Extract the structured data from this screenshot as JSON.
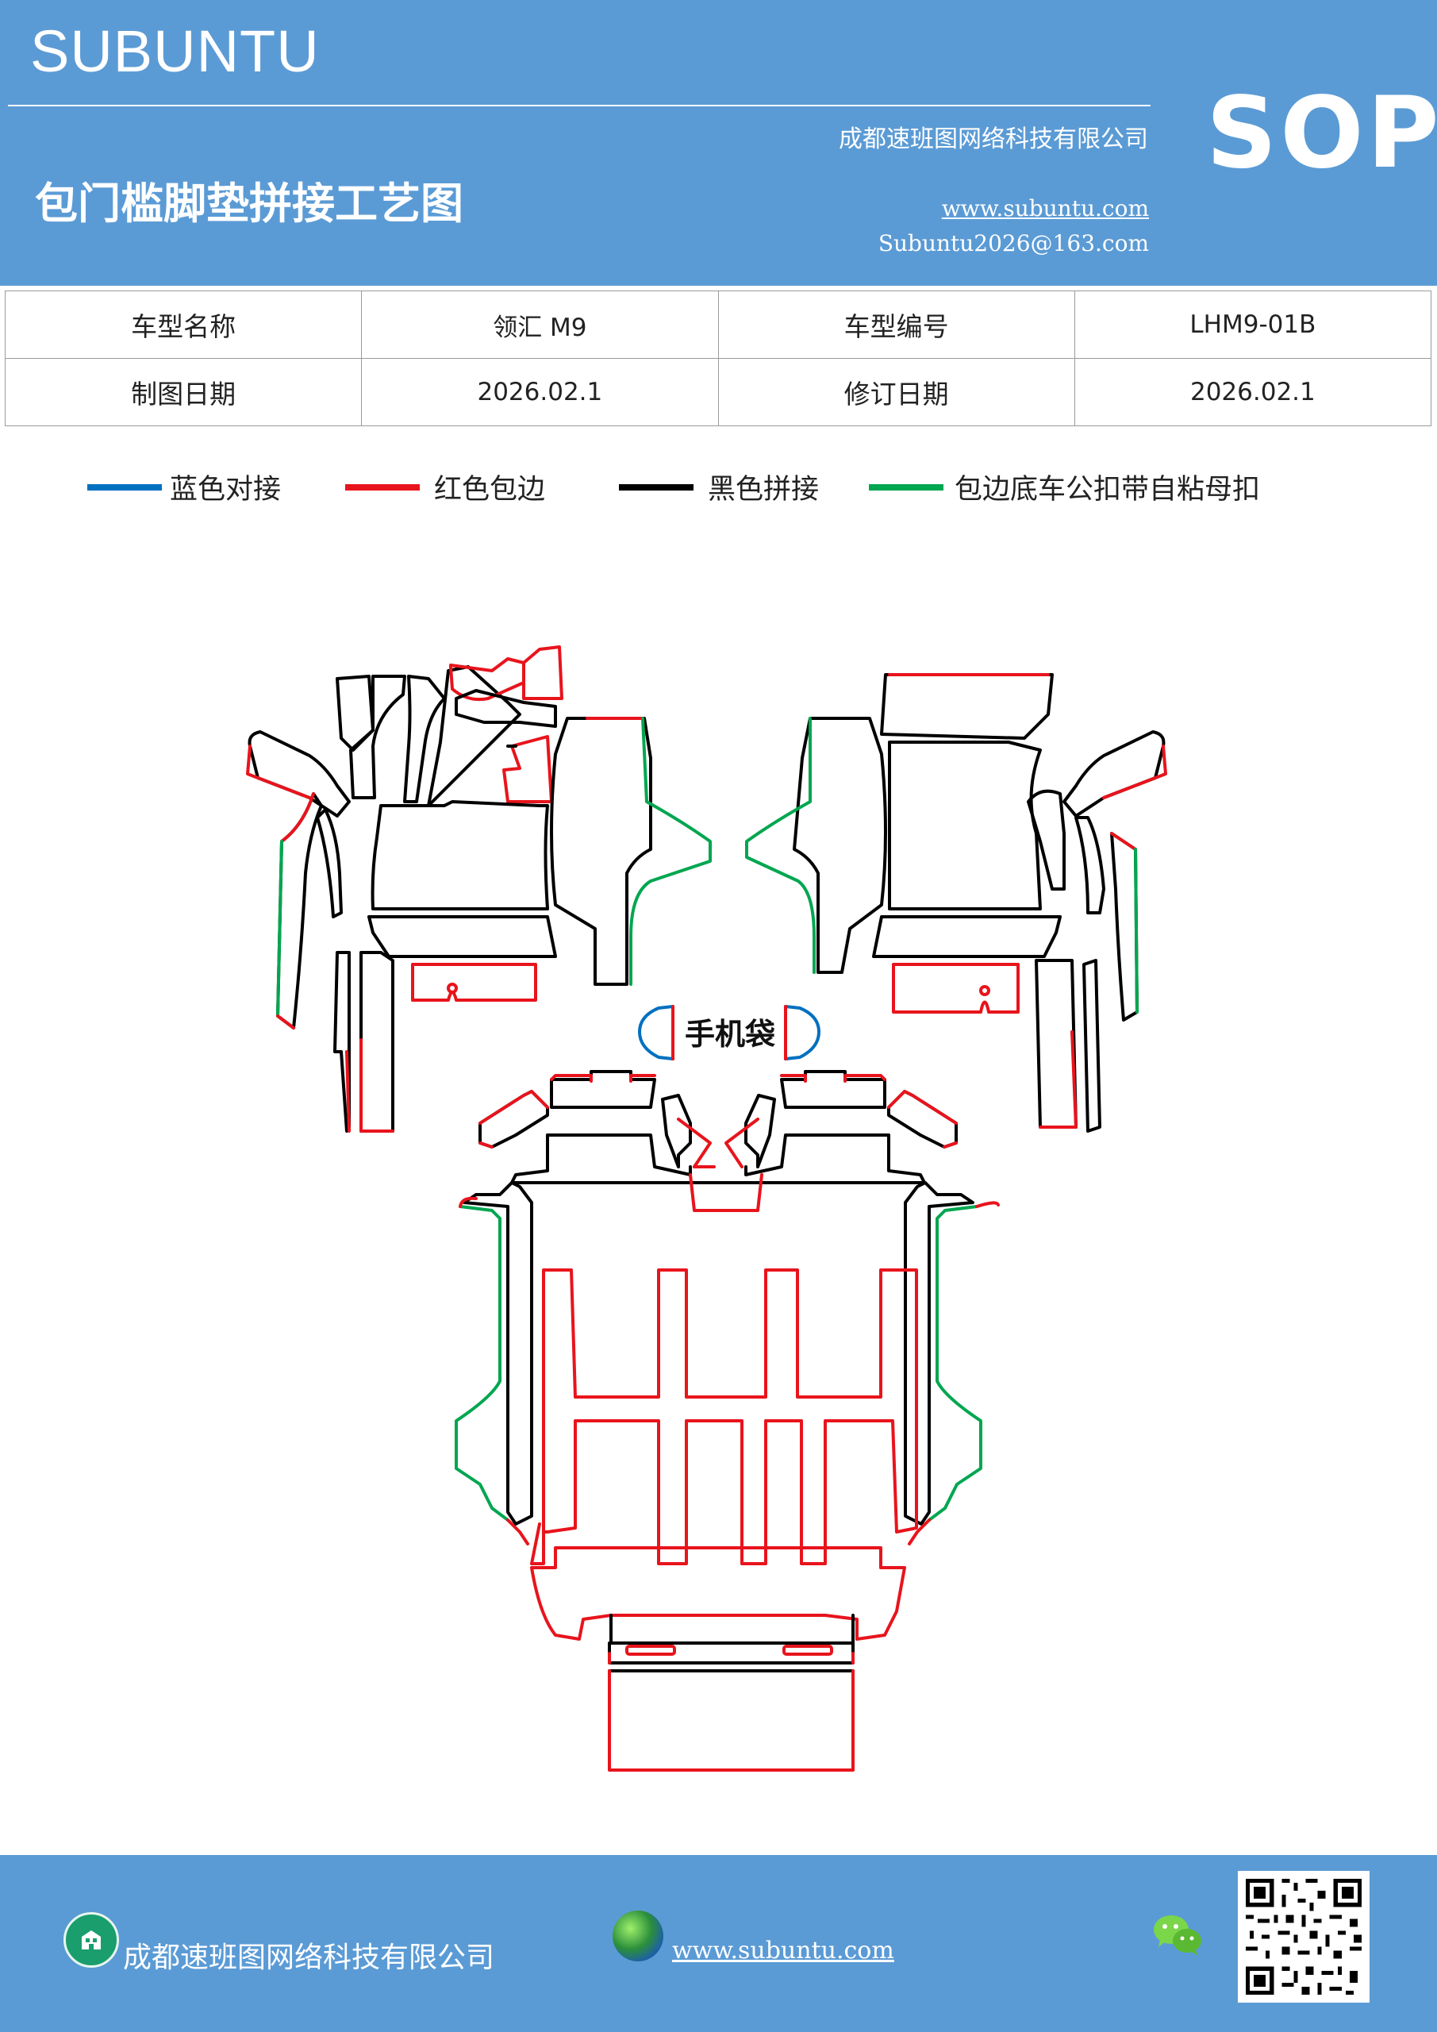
{
  "header": {
    "brand": "SUBUNTU",
    "title": "包门槛脚垫拼接工艺图",
    "company": "成都速班图网络科技有限公司",
    "website": "www.subuntu.com",
    "email": "Subuntu2026@163.com",
    "badge": "SOP"
  },
  "info_table": {
    "rows": [
      {
        "label1": "车型名称",
        "value1": "领汇 M9",
        "label2": "车型编号",
        "value2": "LHM9-01B"
      },
      {
        "label1": "制图日期",
        "value1": "2026.02.1",
        "label2": "修订日期",
        "value2": "2026.02.1"
      }
    ]
  },
  "legend": [
    {
      "label": "蓝色对接",
      "color": "#0070c0"
    },
    {
      "label": "红色包边",
      "color": "#e8141c"
    },
    {
      "label": "黑色拼接",
      "color": "#000000"
    },
    {
      "label": "包边底车公扣带自粘母扣",
      "color": "#00a650"
    }
  ],
  "diagram": {
    "phone_bag_label": "手机袋"
  },
  "footer": {
    "company": "成都速班图网络科技有限公司",
    "website": "www.subuntu.com",
    "icons": [
      "building-icon",
      "globe-icon",
      "wechat-icon",
      "qr-code"
    ]
  }
}
